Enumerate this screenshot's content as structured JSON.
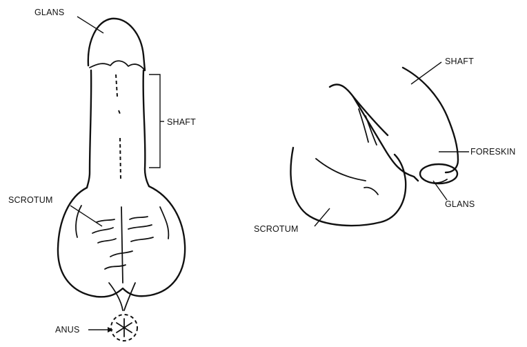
{
  "left_diagram": {
    "labels": {
      "glans": "GLANS",
      "shaft": "SHAFT",
      "scrotum": "SCROTUM",
      "anus": "ANUS"
    }
  },
  "right_diagram": {
    "labels": {
      "shaft": "SHAFT",
      "foreskin": "FORESKIN",
      "glans": "GLANS",
      "scrotum": "SCROTUM"
    }
  }
}
